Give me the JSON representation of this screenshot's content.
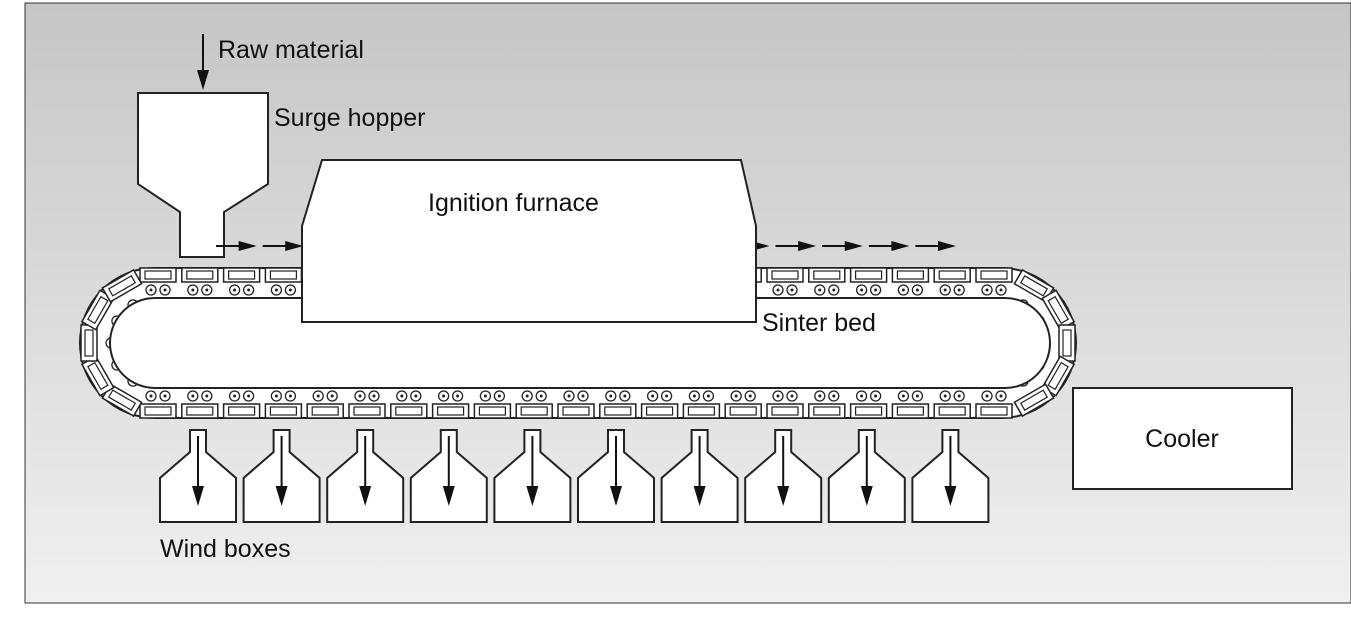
{
  "labels": {
    "raw_material": "Raw material",
    "surge_hopper": "Surge hopper",
    "ignition_furnace": "Ignition furnace",
    "sinter_bed": "Sinter bed",
    "cooler": "Cooler",
    "wind_boxes": "Wind boxes"
  },
  "diagram": {
    "pallet_count_top": 21,
    "pallet_count_bottom": 21,
    "wind_box_count": 10,
    "flow_arrow_count": 16
  },
  "colors": {
    "background_top": "#c6c6c6",
    "background_bottom": "#f0f0f0",
    "stroke": "#222222",
    "fill": "#ffffff"
  }
}
